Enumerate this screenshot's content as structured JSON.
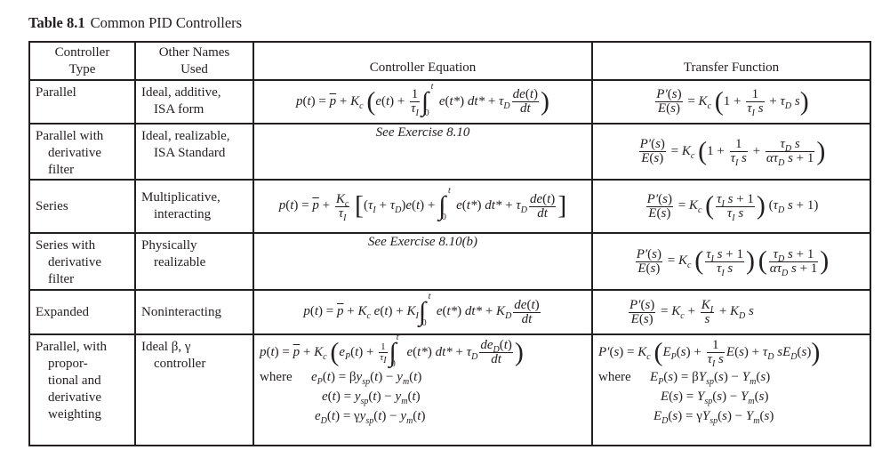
{
  "caption": {
    "label": "Table 8.1",
    "title": "Common PID Controllers"
  },
  "headers": {
    "col1": [
      "Controller",
      "Type"
    ],
    "col2": [
      "Other Names",
      "Used"
    ],
    "col3": "Controller Equation",
    "col4": "Transfer Function"
  },
  "rows": [
    {
      "type": [
        "Parallel"
      ],
      "names": [
        "Ideal, additive,",
        "ISA form"
      ],
      "controller_equation": "p(t) = p̄ + K_c ( e(t) + (1/τ_I) ∫₀ᵗ e(t*) dt* + τ_D de(t)/dt )",
      "transfer_function": "P′(s)/E(s) = K_c ( 1 + 1/(τ_I s) + τ_D s )"
    },
    {
      "type": [
        "Parallel with",
        "derivative",
        "filter"
      ],
      "names": [
        "Ideal, realizable,",
        "ISA Standard"
      ],
      "controller_equation": "See Exercise 8.10",
      "transfer_function": "P′(s)/E(s) = K_c ( 1 + 1/(τ_I s) + τ_D s/(α τ_D s + 1) )"
    },
    {
      "type": [
        "Series"
      ],
      "names": [
        "Multiplicative,",
        "interacting"
      ],
      "controller_equation": "p(t) = p̄ + (K_c/τ_I) [ (τ_I + τ_D) e(t) + ∫₀ᵗ e(t*) dt* + τ_D de(t)/dt ]",
      "transfer_function": "P′(s)/E(s) = K_c ( (τ_I s + 1)/(τ_I s) ) (τ_D s + 1)"
    },
    {
      "type": [
        "Series with",
        "derivative",
        "filter"
      ],
      "names": [
        "Physically",
        "realizable"
      ],
      "controller_equation": "See Exercise 8.10(b)",
      "transfer_function": "P′(s)/E(s) = K_c ( (τ_I s + 1)/(τ_I s) ) ( (τ_D s + 1)/(α τ_D s + 1) )"
    },
    {
      "type": [
        "Expanded"
      ],
      "names": [
        "Noninteracting"
      ],
      "controller_equation": "p(t) = p̄ + K_c e(t) + K_I ∫₀ᵗ e(t*) dt* + K_D de(t)/dt",
      "transfer_function": "P′(s)/E(s) = K_c + K_I/s + K_D s"
    },
    {
      "type": [
        "Parallel, with",
        "propor-",
        "tional and",
        "derivative",
        "weighting"
      ],
      "names": [
        "Ideal β, γ",
        "controller"
      ],
      "controller_equation": "p(t) = p̄ + K_c ( e_P(t) + (1/τ_I) ∫₀ᵗ e(t*) dt* + τ_D de_D(t)/dt )",
      "controller_where": "where",
      "controller_defs": [
        "e_P(t) = β y_sp(t) − y_m(t)",
        "e(t) = y_sp(t) − y_m(t)",
        "e_D(t) = γ y_sp(t) − y_m(t)"
      ],
      "transfer_function": "P′(s) = K_c ( E_P(s) + (1/(τ_I s)) E(s) + τ_D s E_D(s) )",
      "transfer_where": "where",
      "transfer_defs": [
        "E_P(s) = β Y_sp(s) − Y_m(s)",
        "E(s) = Y_sp(s) − Y_m(s)",
        "E_D(s) = γ Y_sp(s) − Y_m(s)"
      ]
    }
  ],
  "notes": {
    "see_ex_1": "See Exercise 8.10",
    "see_ex_2": "See Exercise 8.10(b)"
  }
}
